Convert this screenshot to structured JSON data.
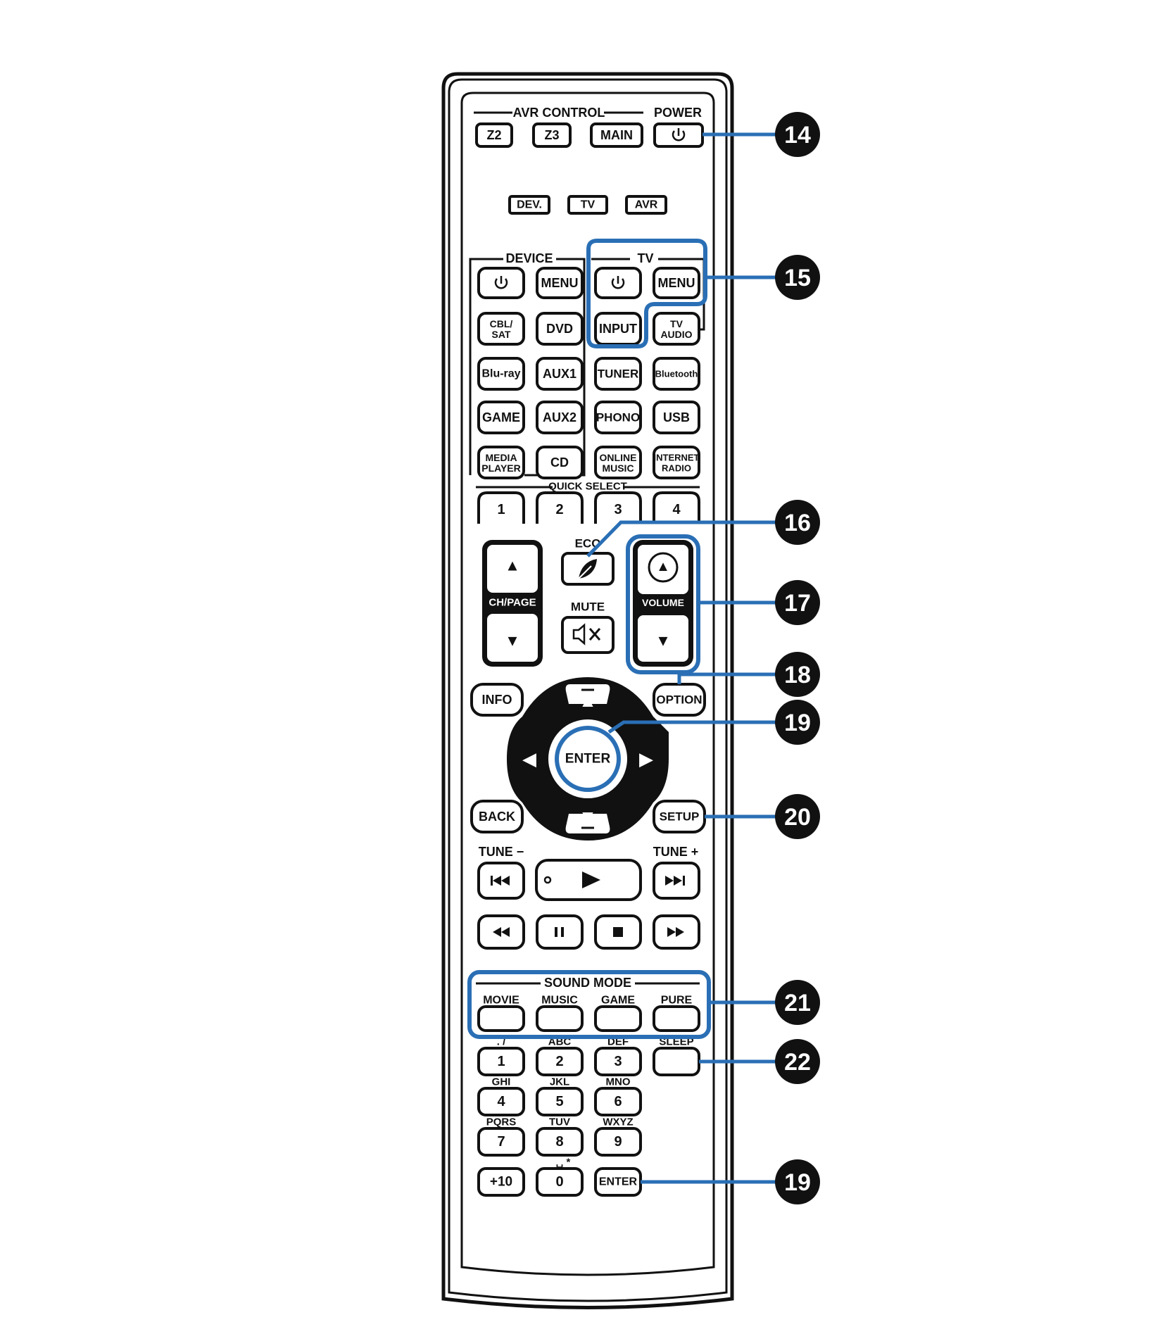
{
  "headers": {
    "avr_control": "AVR CONTROL",
    "power": "POWER",
    "device": "DEVICE",
    "tv": "TV",
    "quick_select": "QUICK SELECT",
    "eco": "ECO",
    "mute": "MUTE",
    "tune_minus": "TUNE −",
    "tune_plus": "TUNE +",
    "sound_mode": "SOUND MODE",
    "ch_page": "CH/PAGE",
    "volume": "VOLUME"
  },
  "buttons": {
    "z2": "Z2",
    "z3": "Z3",
    "main": "MAIN",
    "dev": "DEV.",
    "tv_mode": "TV",
    "avr": "AVR",
    "device_menu": "MENU",
    "tv_menu": "MENU",
    "cbl_sat_1": "CBL/",
    "cbl_sat_2": "SAT",
    "dvd": "DVD",
    "input": "INPUT",
    "tv_audio_1": "TV",
    "tv_audio_2": "AUDIO",
    "bluray": "Blu-ray",
    "aux1": "AUX1",
    "tuner": "TUNER",
    "bluetooth": "Bluetooth",
    "game": "GAME",
    "aux2": "AUX2",
    "phono": "PHONO",
    "usb": "USB",
    "media_player_1": "MEDIA",
    "media_player_2": "PLAYER",
    "cd": "CD",
    "online_music_1": "ONLINE",
    "online_music_2": "MUSIC",
    "internet_radio_1": "INTERNET",
    "internet_radio_2": "RADIO",
    "qs1": "1",
    "qs2": "2",
    "qs3": "3",
    "qs4": "4",
    "info": "INFO",
    "option": "OPTION",
    "enter": "ENTER",
    "back": "BACK",
    "setup": "SETUP",
    "sm_movie": "MOVIE",
    "sm_music": "MUSIC",
    "sm_game": "GAME",
    "sm_pure": "PURE",
    "sleep": "SLEEP",
    "n1": "1",
    "n2": "2",
    "n3": "3",
    "n4": "4",
    "n5": "5",
    "n6": "6",
    "n7": "7",
    "n8": "8",
    "n9": "9",
    "n0": "0",
    "plus10": "+10",
    "enter_bottom": "ENTER"
  },
  "key_letters": {
    "k1": ". /",
    "k2": "ABC",
    "k3": "DEF",
    "k4": "GHI",
    "k5": "JKL",
    "k6": "MNO",
    "k7": "PQRS",
    "k8": "TUV",
    "k9": "WXYZ",
    "k0": "␣ *"
  },
  "callouts": {
    "c14": "14",
    "c15": "15",
    "c16": "16",
    "c17": "17",
    "c18": "18",
    "c19a": "19",
    "c20": "20",
    "c21": "21",
    "c22": "22",
    "c19b": "19"
  },
  "colors": {
    "callout_blue": "#2a6fb5",
    "ink": "#111111"
  }
}
